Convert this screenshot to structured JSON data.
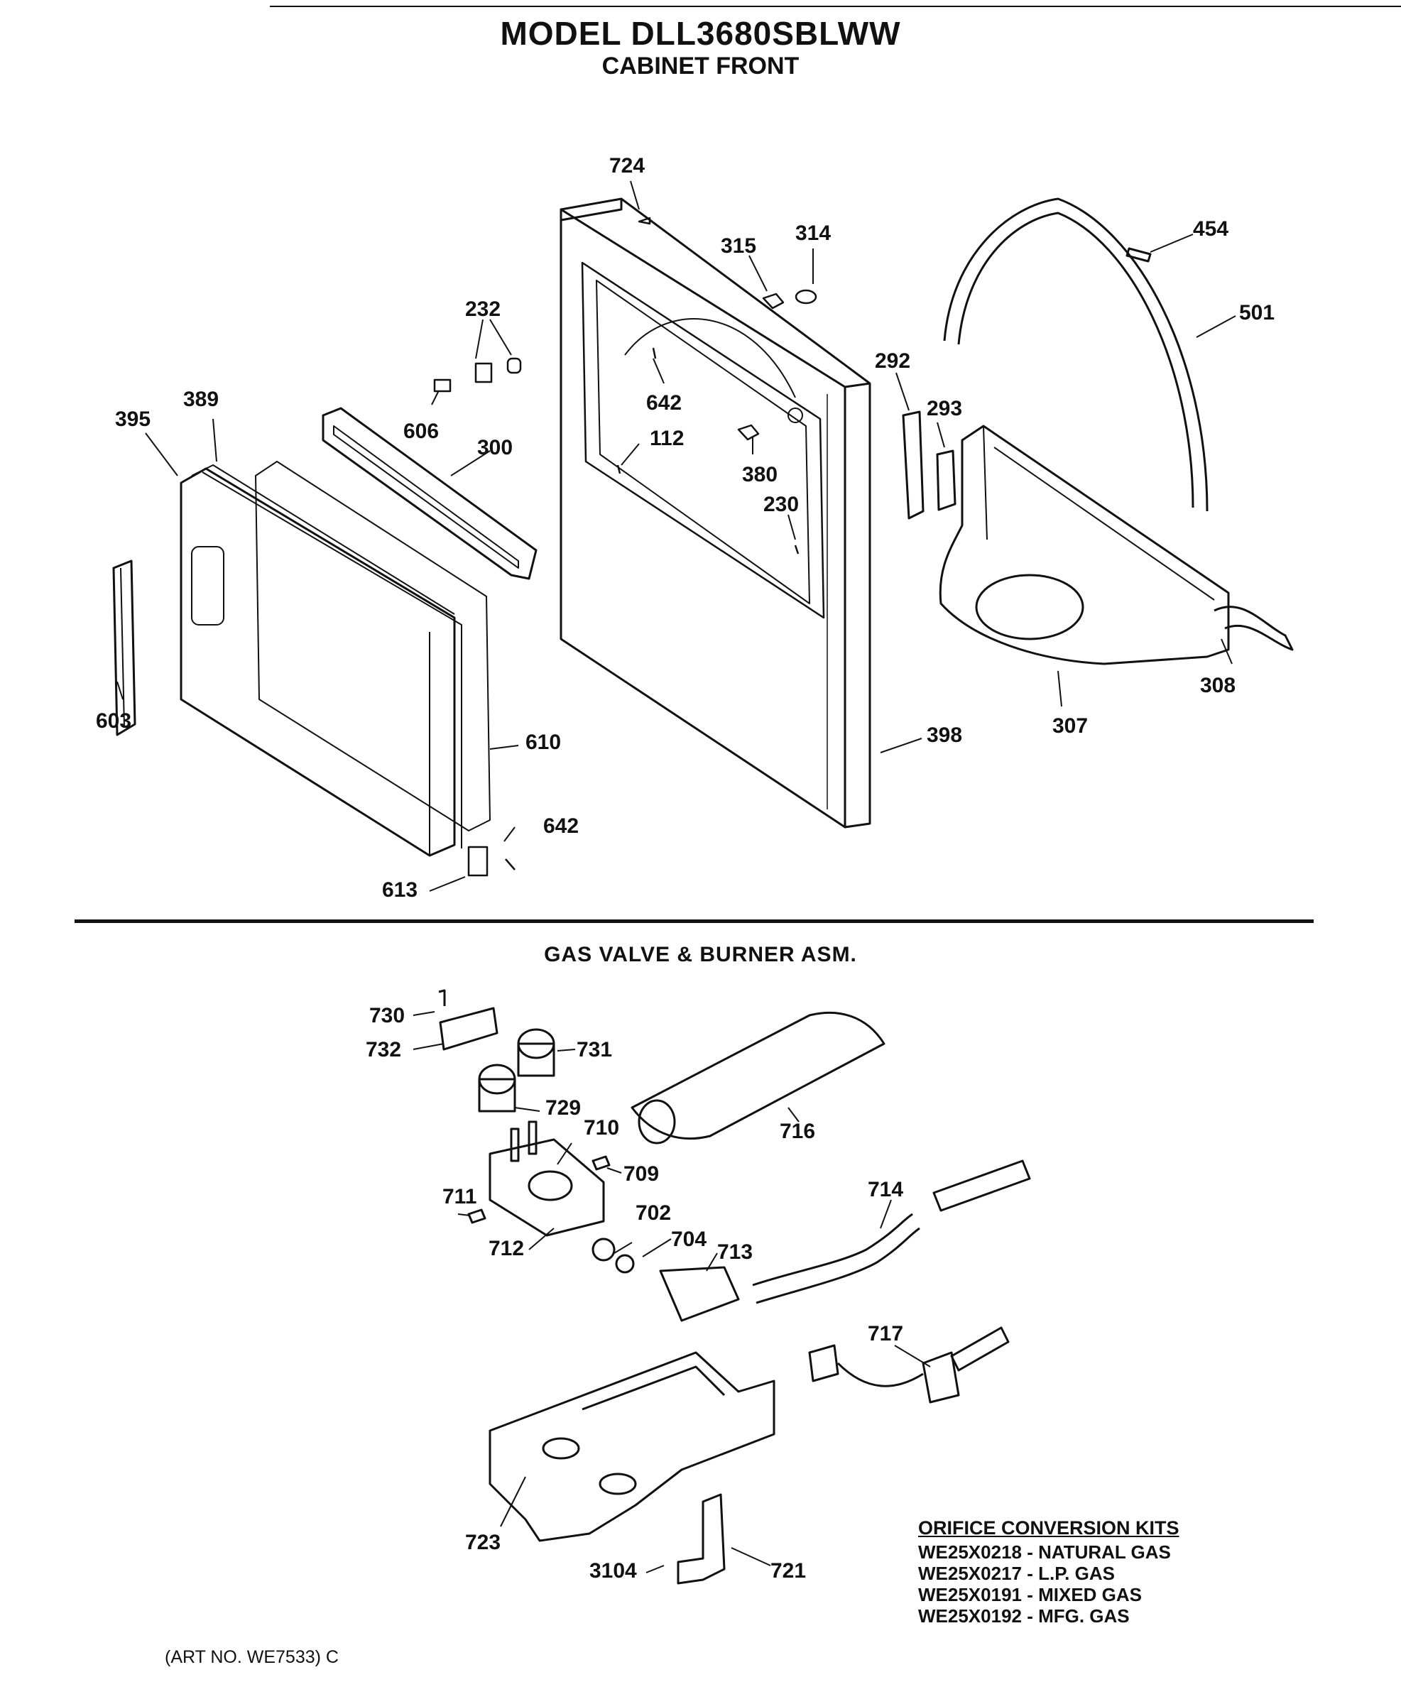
{
  "header": {
    "model": "MODEL DLL3680SBLWW",
    "section1": "CABINET FRONT",
    "section2": "GAS VALVE & BURNER ASM."
  },
  "labels_cabinet": [
    "724",
    "315",
    "314",
    "454",
    "501",
    "232",
    "292",
    "642",
    "293",
    "389",
    "395",
    "606",
    "112",
    "300",
    "380",
    "230",
    "603",
    "610",
    "308",
    "398",
    "307",
    "642",
    "613"
  ],
  "labels_gas": [
    "730",
    "732",
    "731",
    "729",
    "710",
    "716",
    "709",
    "711",
    "714",
    "702",
    "704",
    "712",
    "713",
    "717",
    "723",
    "3104",
    "721"
  ],
  "orifice_kits": {
    "heading": "ORIFICE CONVERSION KITS",
    "items": [
      "WE25X0218 - NATURAL GAS",
      "WE25X0217 - L.P. GAS",
      "WE25X0191 - MIXED GAS",
      "WE25X0192 - MFG. GAS"
    ]
  },
  "art_no": "(ART NO. WE7533) C"
}
